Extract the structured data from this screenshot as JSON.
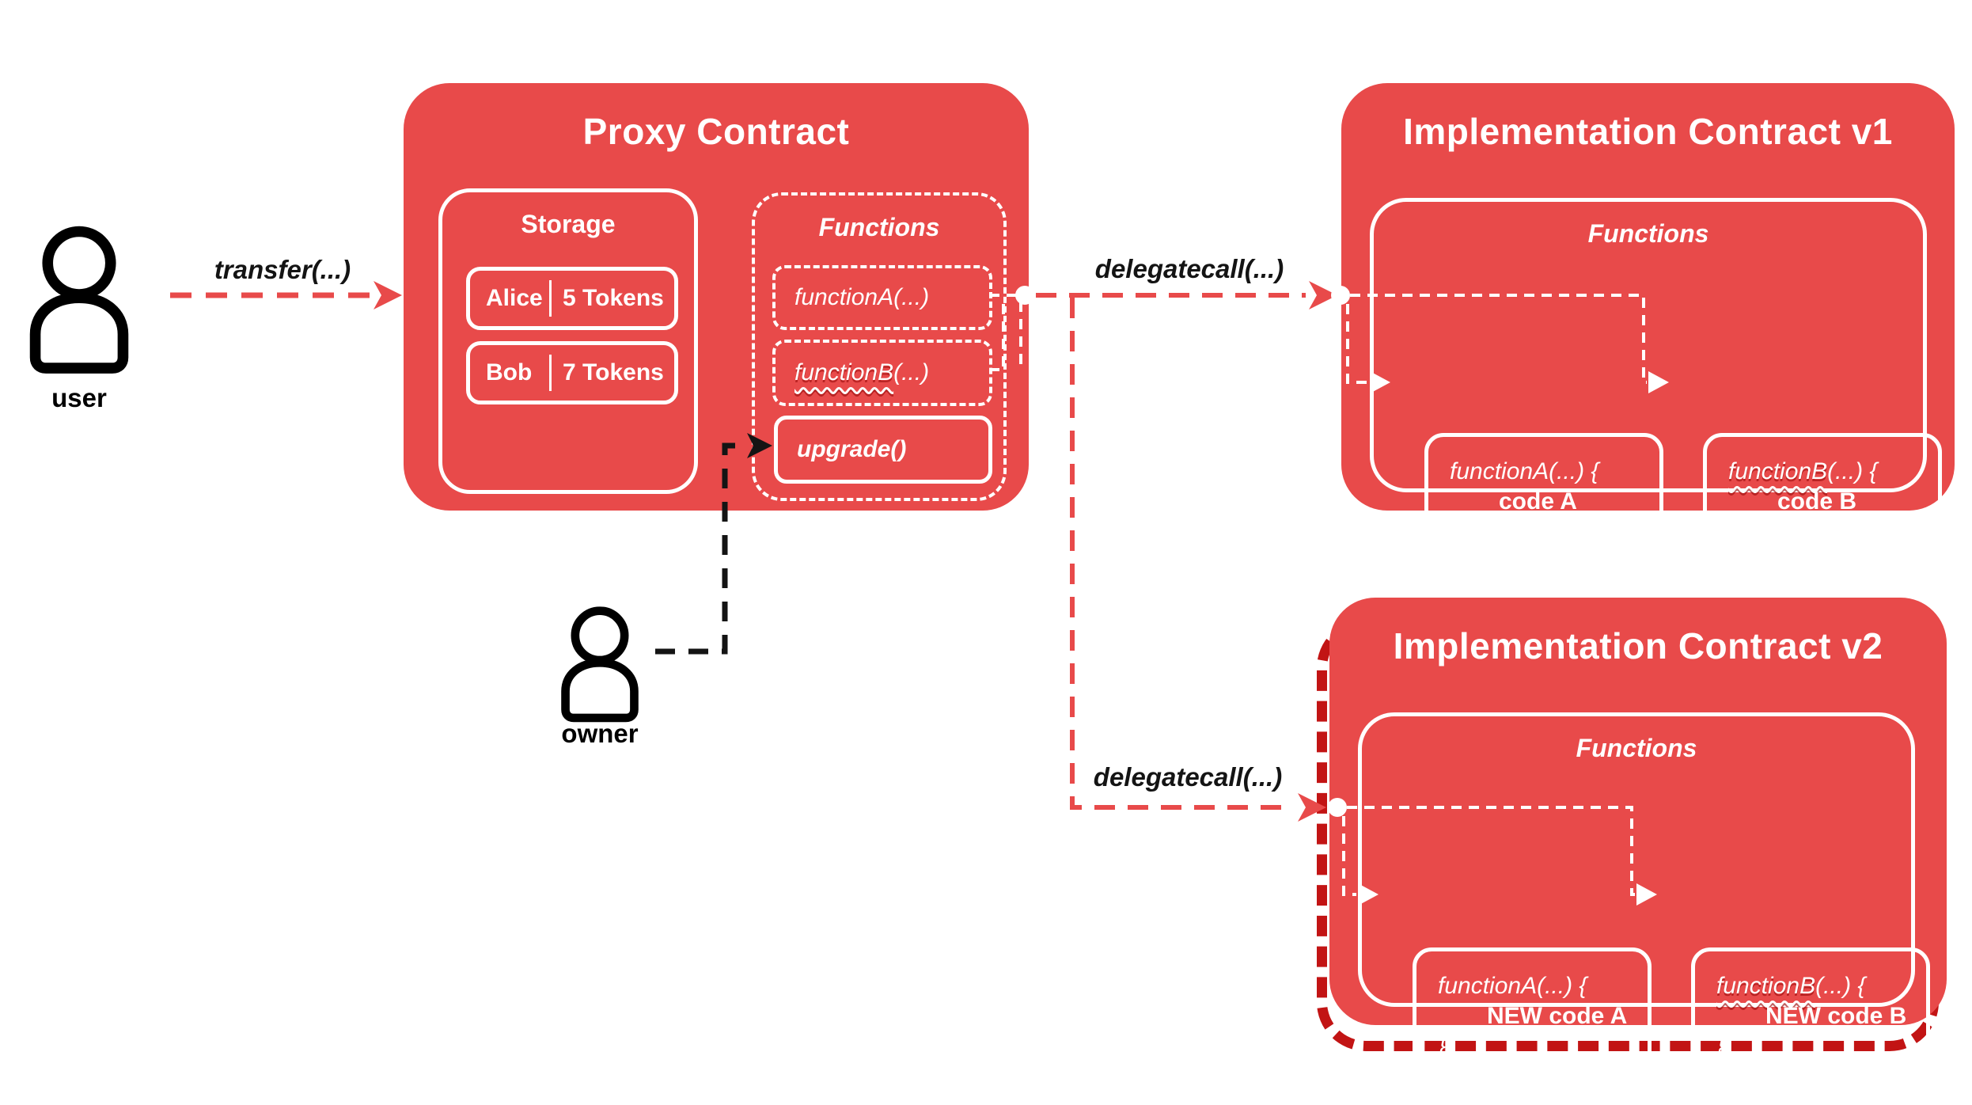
{
  "colors": {
    "box_red": "#e84a4a",
    "highlight_dashed_red": "#c21414",
    "line_black": "#141414",
    "line_white": "#ffffff"
  },
  "actors": {
    "user": {
      "label": "user"
    },
    "owner": {
      "label": "owner"
    }
  },
  "arrows": {
    "transfer_label": "transfer(...)",
    "delegatecall_v1_label": "delegatecall(...)",
    "delegatecall_v2_label": "delegatecall(...)"
  },
  "proxy": {
    "title": "Proxy Contract",
    "storage": {
      "title": "Storage",
      "rows": [
        {
          "name": "Alice",
          "value": "5 Tokens"
        },
        {
          "name": "Bob",
          "value": "7 Tokens"
        }
      ]
    },
    "functions": {
      "title": "Functions",
      "items": [
        {
          "name": "functionA",
          "suffix": "(...)"
        },
        {
          "name": "functionB",
          "suffix": "(...)"
        }
      ],
      "upgrade_label": "upgrade()"
    }
  },
  "implementation_v1": {
    "title": "Implementation Contract v1",
    "functions_title": "Functions",
    "functions": [
      {
        "name": "functionA",
        "suffix": "(...) {",
        "body": "code A",
        "close": "}"
      },
      {
        "name": "functionB",
        "suffix": "(...) {",
        "body": "code B",
        "close": "}"
      }
    ]
  },
  "implementation_v2": {
    "title": "Implementation Contract v2",
    "functions_title": "Functions",
    "functions": [
      {
        "name": "functionA",
        "suffix": "(...) {",
        "body": "NEW code A",
        "close": "}"
      },
      {
        "name": "functionB",
        "suffix": "(...) {",
        "body": "NEW code B",
        "close": "}"
      }
    ]
  }
}
